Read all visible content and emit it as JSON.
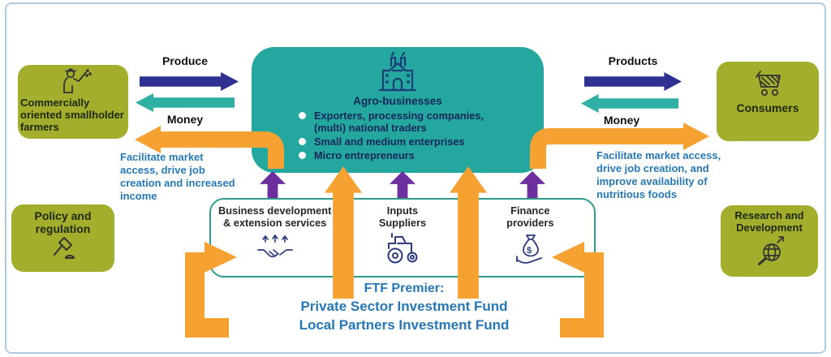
{
  "diagram_title": "Agro-business market system diagram",
  "farmers": {
    "label": "Commercially oriented smallholder farmers",
    "icon": "farmer-icon"
  },
  "agro": {
    "title": "Agro-businesses",
    "icon": "factory-icon",
    "bullets": [
      "Exporters, processing companies, (multi) national traders",
      "Small and medium enterprises",
      "Micro entrepreneurs"
    ]
  },
  "consumers": {
    "label": "Consumers",
    "icon": "cart-icon"
  },
  "policy": {
    "label": "Policy and regulation",
    "icon": "gavel-icon"
  },
  "rnd": {
    "label": "Research and Development",
    "icon": "globe-magnifier-icon"
  },
  "flows": {
    "produce_label": "Produce",
    "money_left_label": "Money",
    "products_label": "Products",
    "money_right_label": "Money",
    "note_left": "Facilitate market access, drive job creation and increased income",
    "note_right": "Facilitate market access, drive job creation, and improve availability of nutritious foods"
  },
  "services": {
    "items": [
      {
        "label": "Business development & extension services",
        "icon": "handshake-growth-icon"
      },
      {
        "label": "Inputs Suppliers",
        "icon": "tractor-icon"
      },
      {
        "label": "Finance providers",
        "icon": "money-hand-icon"
      }
    ]
  },
  "fund": {
    "line1": "FTF Premier:",
    "line2": "Private Sector Investment Fund",
    "line3": "Local Partners Investment Fund"
  },
  "colors": {
    "teal_box": "#23a79f",
    "olive_box": "#a2ae2c",
    "navy_arrow": "#2e3192",
    "teal_arrow": "#2fb0a5",
    "orange_arrow": "#f6a233",
    "purple_arrow": "#6e2f9e",
    "blue_text": "#2779b6",
    "frame_border": "#aecbdf",
    "services_border": "#2d9a8d"
  }
}
